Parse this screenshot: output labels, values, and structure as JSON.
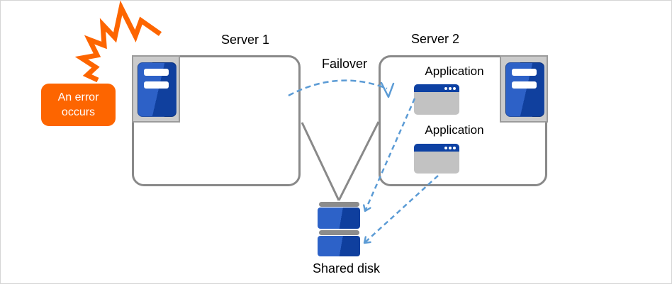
{
  "diagram": {
    "title_hint": "failover-cluster-diagram",
    "error_callout": {
      "text": "An error\noccurs"
    },
    "server1": {
      "label": "Server 1"
    },
    "server2": {
      "label": "Server 2",
      "applications": [
        {
          "label": "Application"
        },
        {
          "label": "Application"
        }
      ]
    },
    "failover": {
      "label": "Failover"
    },
    "shared_disk": {
      "label": "Shared disk"
    },
    "icons": {
      "error_burst": "orange-lightning-burst",
      "server_tower": "blue-server-tower-in-gray-frame",
      "application_window": "gray-window-blue-titlebar-three-dots",
      "shared_disk": "stacked-blue-disk-drives"
    },
    "colors": {
      "accent_orange": "#FD6500",
      "dashed_arrow_blue": "#5B9BD5",
      "connector_gray": "#898989",
      "server_blue_light": "#2D61C7",
      "server_blue_dark": "#10409E",
      "titlebar_blue": "#0D41A3",
      "icon_frame_gray": "#CBCBCB",
      "window_body_gray": "#C2C2C2",
      "disk_cap_gray": "#8C8C8C"
    }
  }
}
